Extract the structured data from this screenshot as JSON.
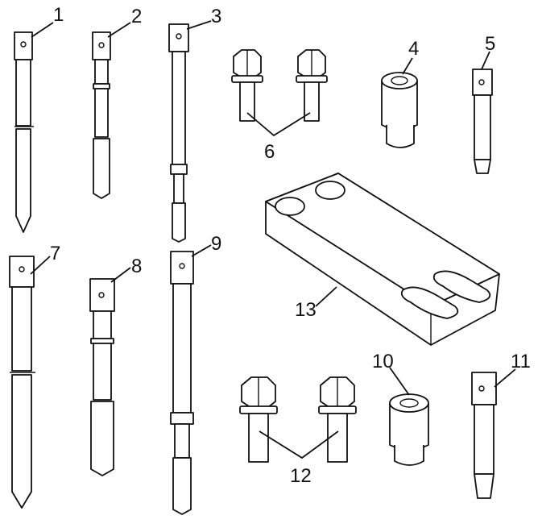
{
  "callouts": [
    {
      "id": "1",
      "text": "1"
    },
    {
      "id": "2",
      "text": "2"
    },
    {
      "id": "3",
      "text": "3"
    },
    {
      "id": "4",
      "text": "4"
    },
    {
      "id": "5",
      "text": "5"
    },
    {
      "id": "6",
      "text": "6"
    },
    {
      "id": "7",
      "text": "7"
    },
    {
      "id": "8",
      "text": "8"
    },
    {
      "id": "9",
      "text": "9"
    },
    {
      "id": "10",
      "text": "10"
    },
    {
      "id": "11",
      "text": "11"
    },
    {
      "id": "12",
      "text": "12"
    },
    {
      "id": "13",
      "text": "13"
    }
  ]
}
